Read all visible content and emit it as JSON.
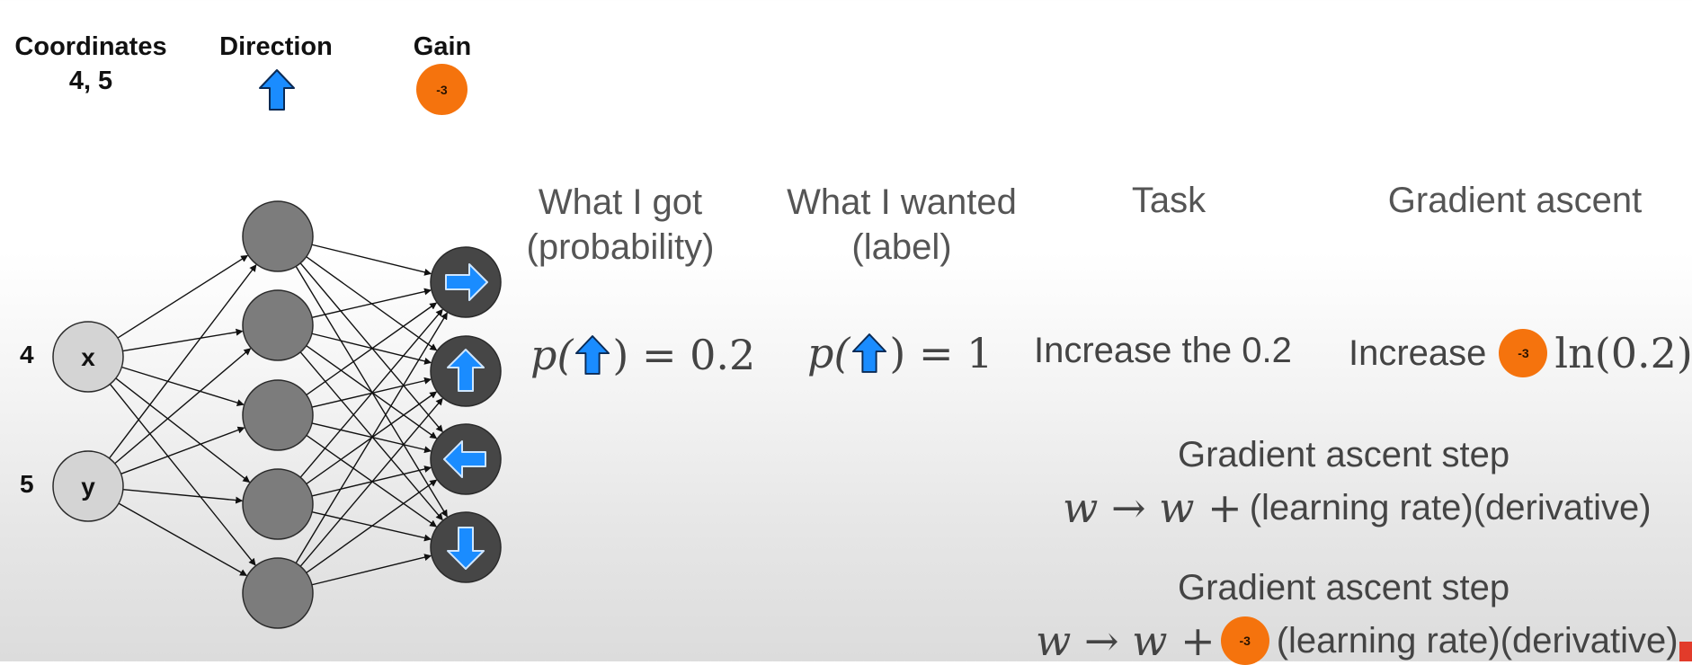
{
  "header": {
    "coordinates_label": "Coordinates",
    "coordinates_value": "4, 5",
    "direction_label": "Direction",
    "direction_icon": "up-arrow-icon",
    "gain_label": "Gain",
    "gain_value": "-3"
  },
  "network": {
    "inputs": [
      {
        "value": "4",
        "node_label": "x"
      },
      {
        "value": "5",
        "node_label": "y"
      }
    ],
    "hidden_count": 5,
    "outputs": [
      "right-arrow-icon",
      "up-arrow-icon",
      "left-arrow-icon",
      "down-arrow-icon"
    ]
  },
  "columns": {
    "got_line1": "What I got",
    "got_line2": "(probability)",
    "wanted_line1": "What I wanted",
    "wanted_line2": "(label)",
    "task": "Task",
    "gradient": "Gradient ascent"
  },
  "row": {
    "got_expr_prefix": "p(",
    "got_expr_suffix": ") = 0.2",
    "wanted_expr_prefix": "p(",
    "wanted_expr_suffix": ") = 1",
    "task_text": "Increase the 0.2",
    "gradient_text": "Increase",
    "gradient_badge": "-3",
    "gradient_expr": "ln(0.2)"
  },
  "step1": {
    "title": "Gradient ascent step",
    "math": "w → w +",
    "text": "(learning rate)(derivative)"
  },
  "step2": {
    "title": "Gradient ascent step",
    "math": "w → w +",
    "badge": "-3",
    "text": "(learning rate)(derivative)"
  },
  "colors": {
    "arrow_blue": "#1a8cff",
    "gain_orange": "#f5730d",
    "hidden_node": "#7c7c7c",
    "output_node": "#464646",
    "input_node": "#d4d4d4"
  }
}
